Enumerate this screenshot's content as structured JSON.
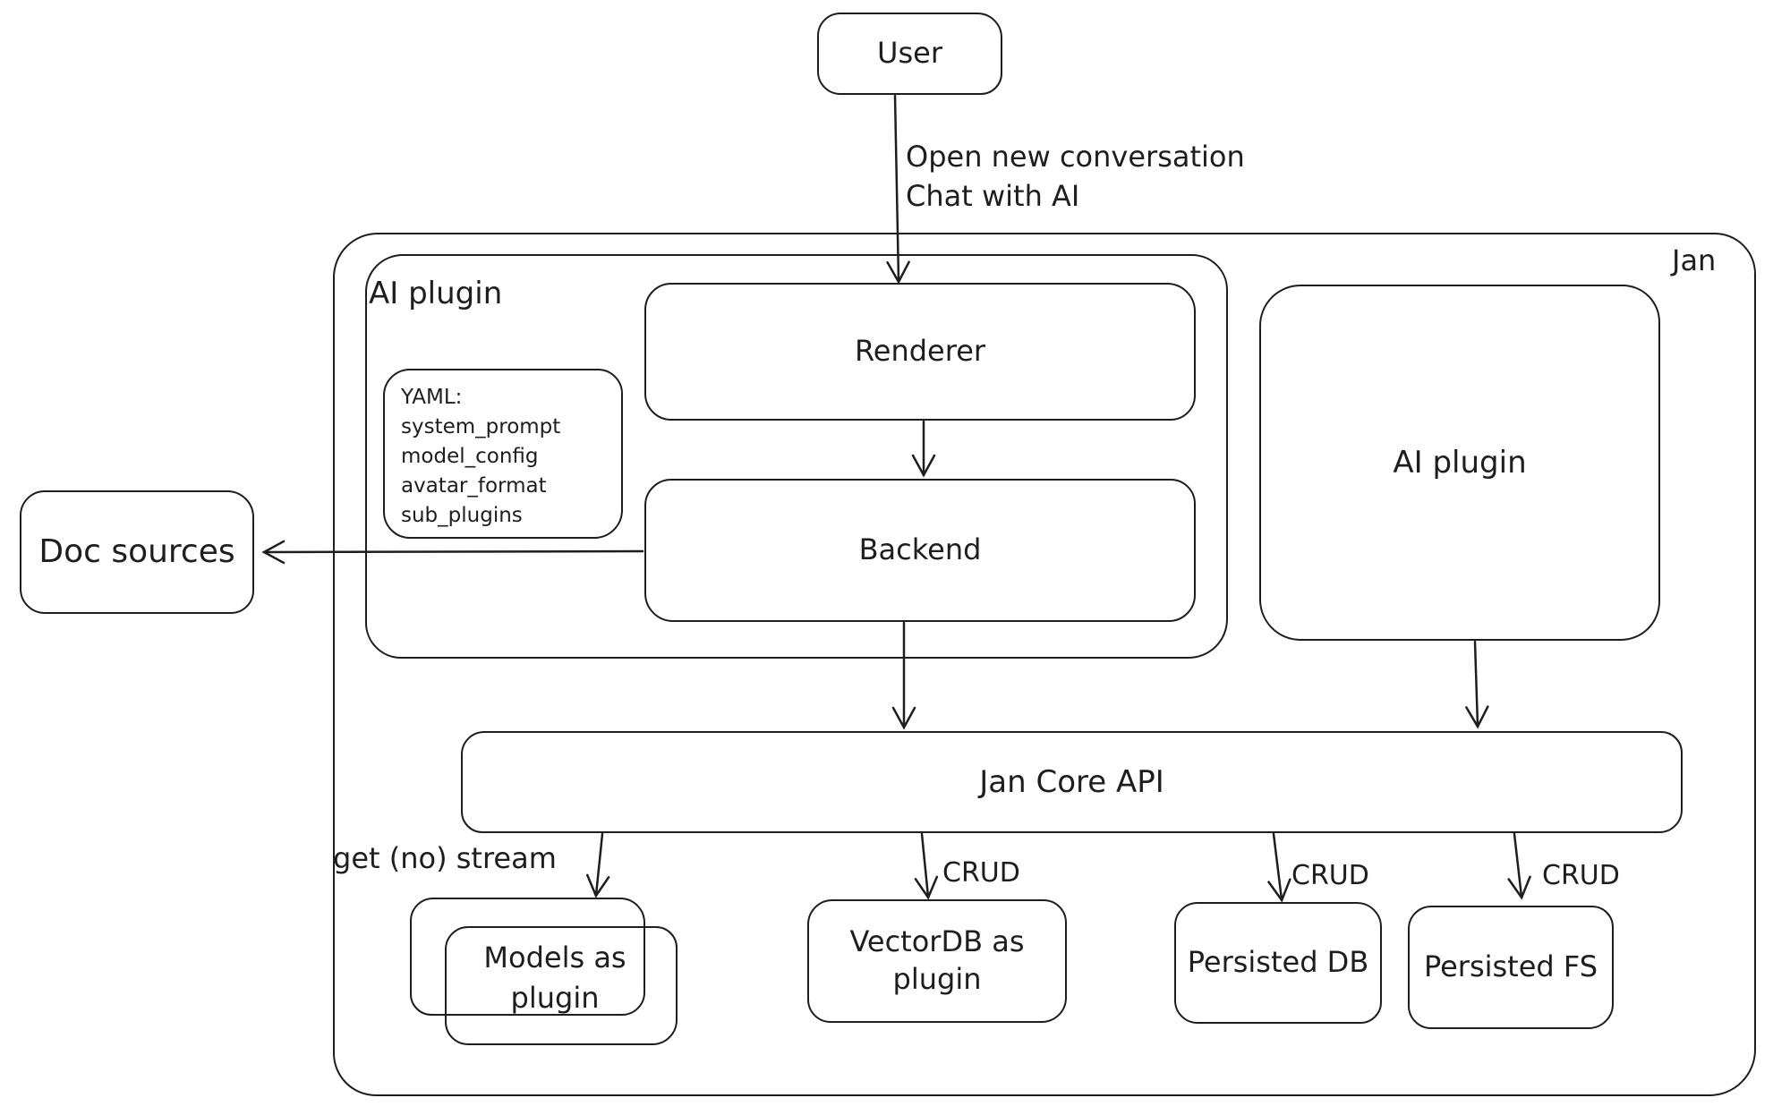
{
  "colors": {
    "stroke": "#1e1e1e",
    "background": "#ffffff"
  },
  "nodes": {
    "user": {
      "label": "User"
    },
    "jan": {
      "label": "Jan"
    },
    "ai_plugin_left": {
      "label": "AI plugin"
    },
    "renderer": {
      "label": "Renderer"
    },
    "yaml_note": {
      "lines": [
        "YAML:",
        "system_prompt",
        "model_config",
        "avatar_format",
        "sub_plugins"
      ]
    },
    "backend": {
      "label": "Backend"
    },
    "ai_plugin_right": {
      "label": "AI plugin"
    },
    "doc_sources": {
      "label": "Doc sources"
    },
    "jan_core_api": {
      "label": "Jan Core API"
    },
    "models_as_plugin": {
      "label": "Models as plugin"
    },
    "vectordb_as_plugin": {
      "label": "VectorDB as plugin"
    },
    "persisted_db": {
      "label": "Persisted DB"
    },
    "persisted_fs": {
      "label": "Persisted FS"
    }
  },
  "edges": {
    "user_to_renderer": {
      "labels": [
        "Open new conversation",
        "Chat with AI"
      ]
    },
    "api_to_models": {
      "label": "get (no) stream"
    },
    "api_to_vectordb": {
      "label": "CRUD"
    },
    "api_to_persisted_db": {
      "label": "CRUD"
    },
    "api_to_persisted_fs": {
      "label": "CRUD"
    }
  }
}
